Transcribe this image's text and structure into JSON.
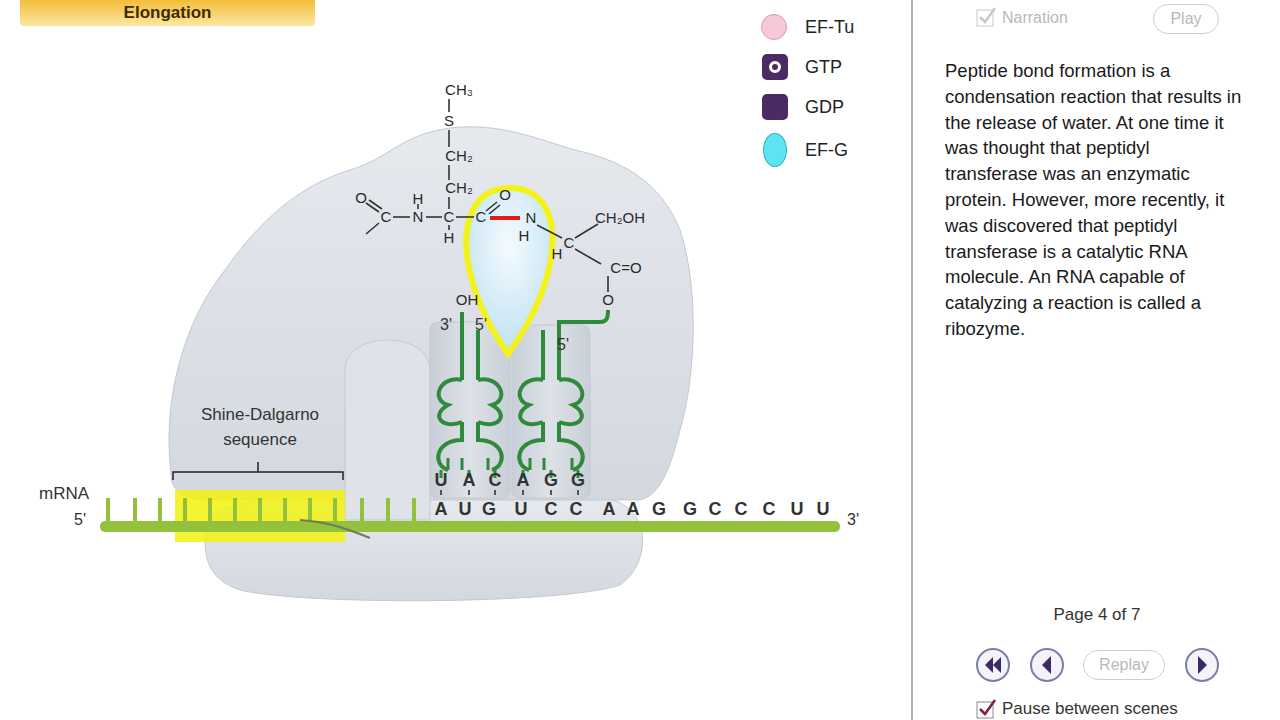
{
  "diagram": {
    "nodes": [
      {
        "text": [
          "Elongation"
        ]
      },
      {
        "text": [
          "Play"
        ]
      },
      {
        "text": [
          "Replay"
        ]
      }
    ],
    "labels": [
      "Narration",
      "Peptide bond formation is a condensation reaction that results in the release of water. At one time it was thought that peptidyl transferase was an enzymatic protein. However, more recently, it was discovered that peptidyl transferase is a catalytic RNA molecule.  An RNA capable of catalyzing a reaction is called a ribozyme.",
      "Page 4 of 7",
      "Pause between scenes",
      "mRNA",
      "5'",
      "3'",
      "Shine-Dalgarno sequence",
      "A",
      "U",
      "G",
      "U",
      "C",
      "C",
      "A",
      "A",
      "G",
      "G",
      "C",
      "C",
      "C",
      "U",
      "U",
      "U",
      "A",
      "C",
      "A",
      "G",
      "G",
      "CH₃",
      "S",
      "CH₂",
      "CH₂",
      "O",
      "C",
      "N",
      "H",
      "C",
      "H",
      "C",
      "O",
      "N",
      "H",
      "H",
      "C",
      "CH₂OH",
      "C=O",
      "O",
      "OH",
      "3'",
      "5'",
      "5'"
    ],
    "legend": [
      {
        "text": "EF-Tu",
        "color": "#f6c8d8"
      },
      {
        "text": "GTP",
        "color": "#4b2b63"
      },
      {
        "text": "GDP",
        "color": "#4b2b63"
      },
      {
        "text": "EF-G",
        "color": "#5ee3f2"
      }
    ]
  }
}
